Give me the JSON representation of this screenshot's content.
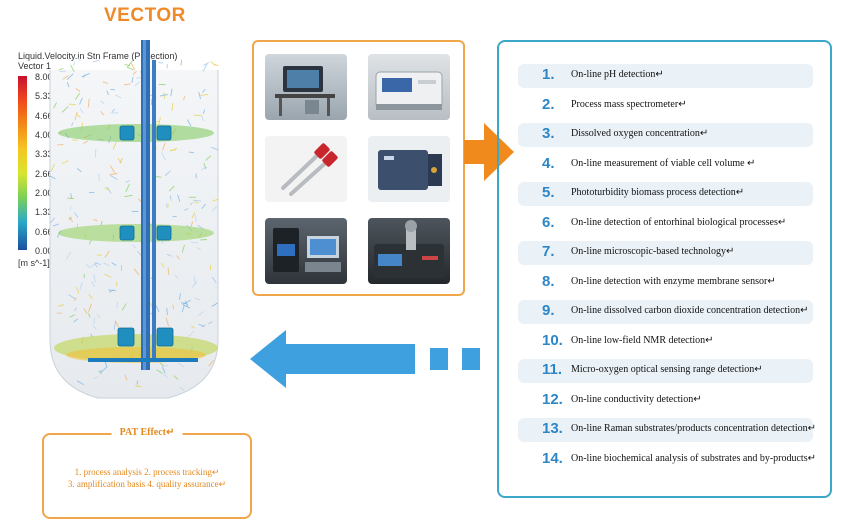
{
  "title": "VECTOR",
  "simulation": {
    "label_line1": "Liquid.Velocity.in Stn Frame (Projection)",
    "label_line2": "Vector 1",
    "ticks": [
      "8.000",
      "5.333",
      "4.667",
      "4.000",
      "3.333",
      "2.667",
      "2.000",
      "1.333",
      "0.667",
      "0.000"
    ],
    "unit": "[m s^-1]"
  },
  "list_items": [
    {
      "num": "1.",
      "label": "On-line pH detection↵"
    },
    {
      "num": "2.",
      "label": "Process mass spectrometer↵"
    },
    {
      "num": "3.",
      "label": "Dissolved oxygen concentration↵"
    },
    {
      "num": "4.",
      "label": "On-line measurement of viable cell volume ↵"
    },
    {
      "num": "5.",
      "label": "Phototurbidity biomass process detection↵"
    },
    {
      "num": "6.",
      "label": "On-line detection of entorhinal biological processes↵"
    },
    {
      "num": "7.",
      "label": "On-line microscopic-based technology↵"
    },
    {
      "num": "8.",
      "label": "On-line detection with enzyme membrane sensor↵"
    },
    {
      "num": "9.",
      "label": "On-line dissolved carbon dioxide concentration detection↵"
    },
    {
      "num": "10.",
      "label": "On-line low-field NMR detection↵"
    },
    {
      "num": "11.",
      "label": "Micro-oxygen optical sensing range detection↵"
    },
    {
      "num": "12.",
      "label": "On-line conductivity detection↵"
    },
    {
      "num": "13.",
      "label": "On-line Raman substrates/products concentration detection↵"
    },
    {
      "num": "14.",
      "label": "On-line biochemical analysis of substrates and by-products↵"
    }
  ],
  "pat": {
    "title": "PAT Effect↵",
    "line1": "1. process analysis 2. process tracking↵",
    "line2": "3. amplification basis 4. quality assurance↵"
  },
  "colors": {
    "accent_orange": "#f0892a",
    "list_blue": "#2c86c7",
    "border_blue": "#3ba7c9",
    "arrow_blue": "#3fa0e0"
  }
}
